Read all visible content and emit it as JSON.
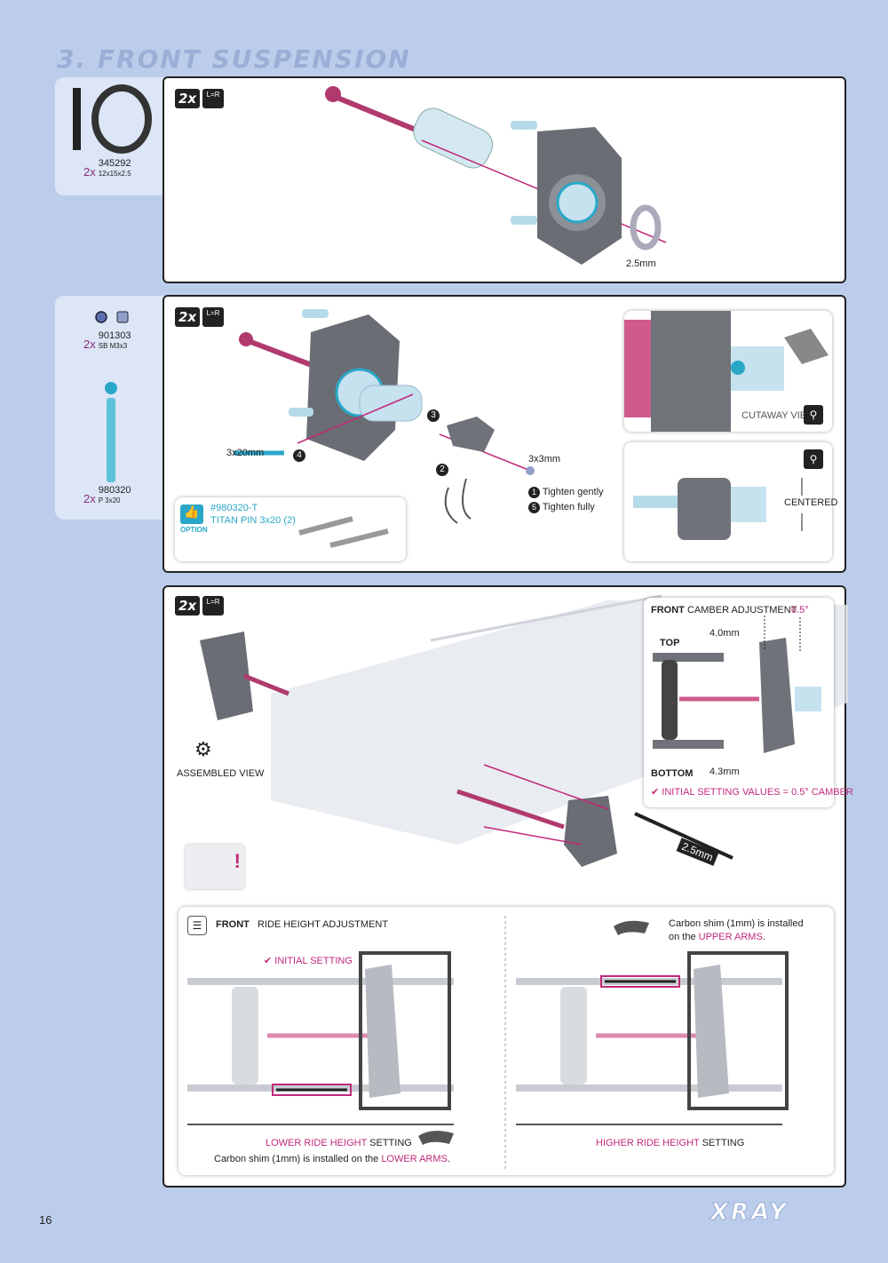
{
  "page": {
    "title": "3. FRONT SUSPENSION",
    "page_number": "16",
    "brand": "XRAY"
  },
  "step1": {
    "part": {
      "qty": "2x",
      "number": "345292",
      "size": "12x15x2.5"
    },
    "badge": {
      "count": "2x",
      "lr": "L=R"
    },
    "label_hex": "2.5mm"
  },
  "step2": {
    "parts": [
      {
        "qty": "2x",
        "number": "901303",
        "size": "SB M3x3"
      },
      {
        "qty": "2x",
        "number": "980320",
        "size": "P 3x20"
      }
    ],
    "badge": {
      "count": "2x",
      "lr": "L=R"
    },
    "labels": {
      "pin": "3x20mm",
      "screw": "3x3mm",
      "step3": "3",
      "step4": "4",
      "step2": "2"
    },
    "notes": [
      {
        "num": "1",
        "text": "Tighten gently"
      },
      {
        "num": "5",
        "text": "Tighten fully"
      }
    ],
    "option": {
      "badge": "OPTION",
      "part": "#980320-T",
      "name": "TITAN PIN 3x20 (2)"
    },
    "cutaway_label": "CUTAWAY VIEW",
    "centered_label": "CENTERED"
  },
  "step3": {
    "badge": {
      "count": "2x",
      "lr": "L=R"
    },
    "assembled_label": "ASSEMBLED VIEW",
    "wrench_label": "2.5mm",
    "camber": {
      "front": "FRONT",
      "title": "CAMBER ADJUSTMENT",
      "angle": "0.5°",
      "top": "TOP",
      "top_dim": "4.0mm",
      "bottom": "BOTTOM",
      "bottom_dim": "4.3mm",
      "initial": "INITIAL SETTING VALUES = 0.5° CAMBER"
    },
    "ride": {
      "front": "FRONT",
      "title": "RIDE HEIGHT ADJUSTMENT",
      "initial": "INITIAL SETTING",
      "lower_pink": "LOWER RIDE HEIGHT",
      "lower_rest": "SETTING",
      "lower_note_a": "Carbon shim (1mm) is installed on the",
      "lower_note_b": "LOWER ARMS",
      "upper_note_a": "Carbon shim (1mm) is installed",
      "upper_note_b": "on the",
      "upper_note_c": "UPPER ARMS",
      "higher_pink": "HIGHER RIDE HEIGHT",
      "higher_rest": "SETTING"
    }
  },
  "colors": {
    "accent_pink": "#c2287a",
    "accent_cyan": "#2aa7c8",
    "page_bg": "#bccdeb"
  }
}
